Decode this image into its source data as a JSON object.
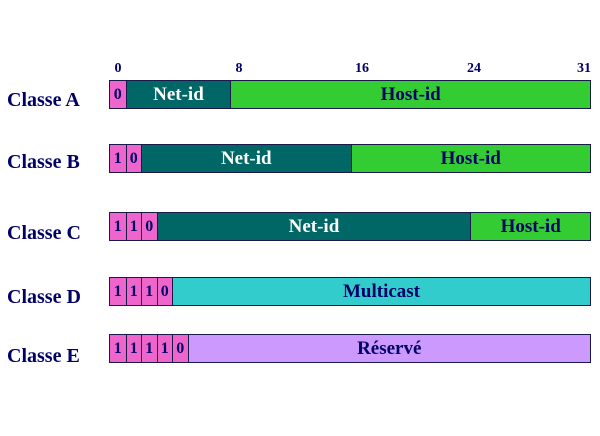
{
  "bit_positions": [
    "0",
    "8",
    "16",
    "24",
    "31"
  ],
  "colors": {
    "prefix": "#ee66cc",
    "net_id": "#006666",
    "host_id": "#33cc33",
    "multicast": "#33cccc",
    "reserve": "#cc99ff",
    "text_dark": "#000066",
    "text_light": "#ffffff"
  },
  "classes": [
    {
      "label": "Classe A",
      "prefix_bits": [
        "0"
      ],
      "fields": [
        {
          "text": "Net-id",
          "kind": "net_id",
          "bits": 7
        },
        {
          "text": "Host-id",
          "kind": "host_id",
          "bits": 24
        }
      ]
    },
    {
      "label": "Classe B",
      "prefix_bits": [
        "1",
        "0"
      ],
      "fields": [
        {
          "text": "Net-id",
          "kind": "net_id",
          "bits": 14
        },
        {
          "text": "Host-id",
          "kind": "host_id",
          "bits": 16
        }
      ]
    },
    {
      "label": "Classe C",
      "prefix_bits": [
        "1",
        "1",
        "0"
      ],
      "fields": [
        {
          "text": "Net-id",
          "kind": "net_id",
          "bits": 21
        },
        {
          "text": "Host-id",
          "kind": "host_id",
          "bits": 8
        }
      ]
    },
    {
      "label": "Classe D",
      "prefix_bits": [
        "1",
        "1",
        "1",
        "0"
      ],
      "fields": [
        {
          "text": "Multicast",
          "kind": "multicast",
          "bits": 28
        }
      ]
    },
    {
      "label": "Classe E",
      "prefix_bits": [
        "1",
        "1",
        "1",
        "1",
        "0"
      ],
      "fields": [
        {
          "text": "Réservé",
          "kind": "reserve",
          "bits": 27
        }
      ]
    }
  ]
}
